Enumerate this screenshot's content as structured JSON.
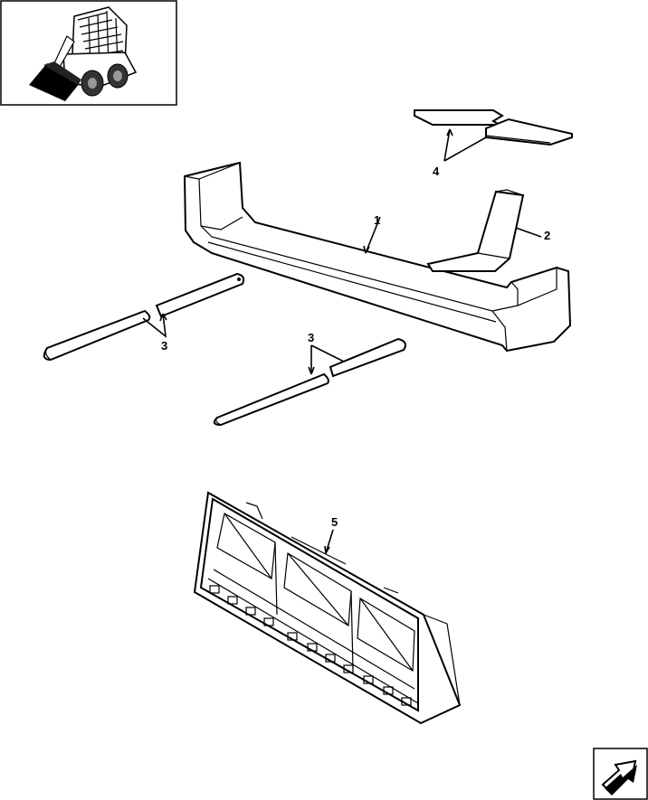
{
  "callouts": {
    "c1": "1",
    "c2": "2",
    "c3a": "3",
    "c3b": "3",
    "c4": "4",
    "c5": "5"
  },
  "icons": {
    "machine_thumbnail": "skid-steer-loader-icon",
    "nav_arrow": "next-page-arrow-icon"
  }
}
